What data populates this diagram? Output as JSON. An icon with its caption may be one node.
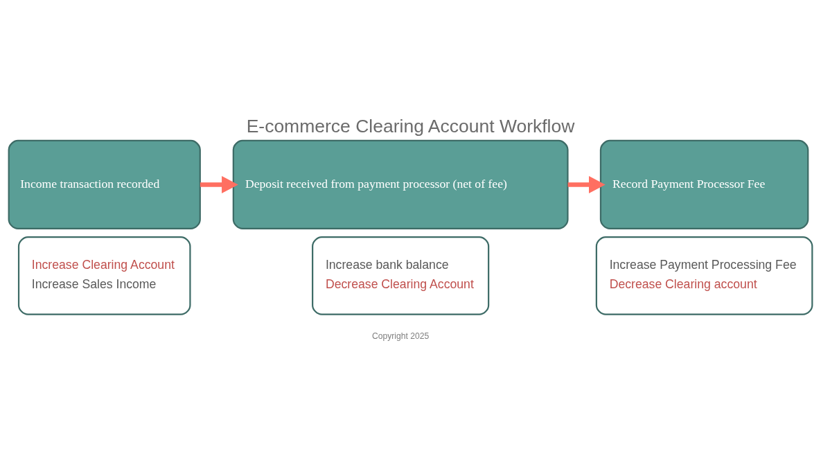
{
  "diagram": {
    "title": "E-commerce Clearing Account Workflow",
    "nodes": [
      {
        "text": [
          "Income transaction recorded"
        ]
      },
      {
        "text": [
          "Increase Clearing Account",
          "Increase Sales Income"
        ]
      },
      {
        "text": [
          "Deposit received from payment processor (net of fee)"
        ]
      },
      {
        "text": [
          "Increase bank balance",
          "Decrease Clearing Account"
        ]
      },
      {
        "text": [
          "Record Payment Processor Fee"
        ]
      },
      {
        "text": [
          "Increase Payment Processing Fee",
          "Decrease Clearing account"
        ]
      }
    ],
    "edges": [
      {
        "from": 0,
        "to": 2,
        "arrow": "to"
      },
      {
        "from": 2,
        "to": 4,
        "arrow": "to"
      }
    ],
    "labels": [
      "Copyright 2025"
    ]
  }
}
